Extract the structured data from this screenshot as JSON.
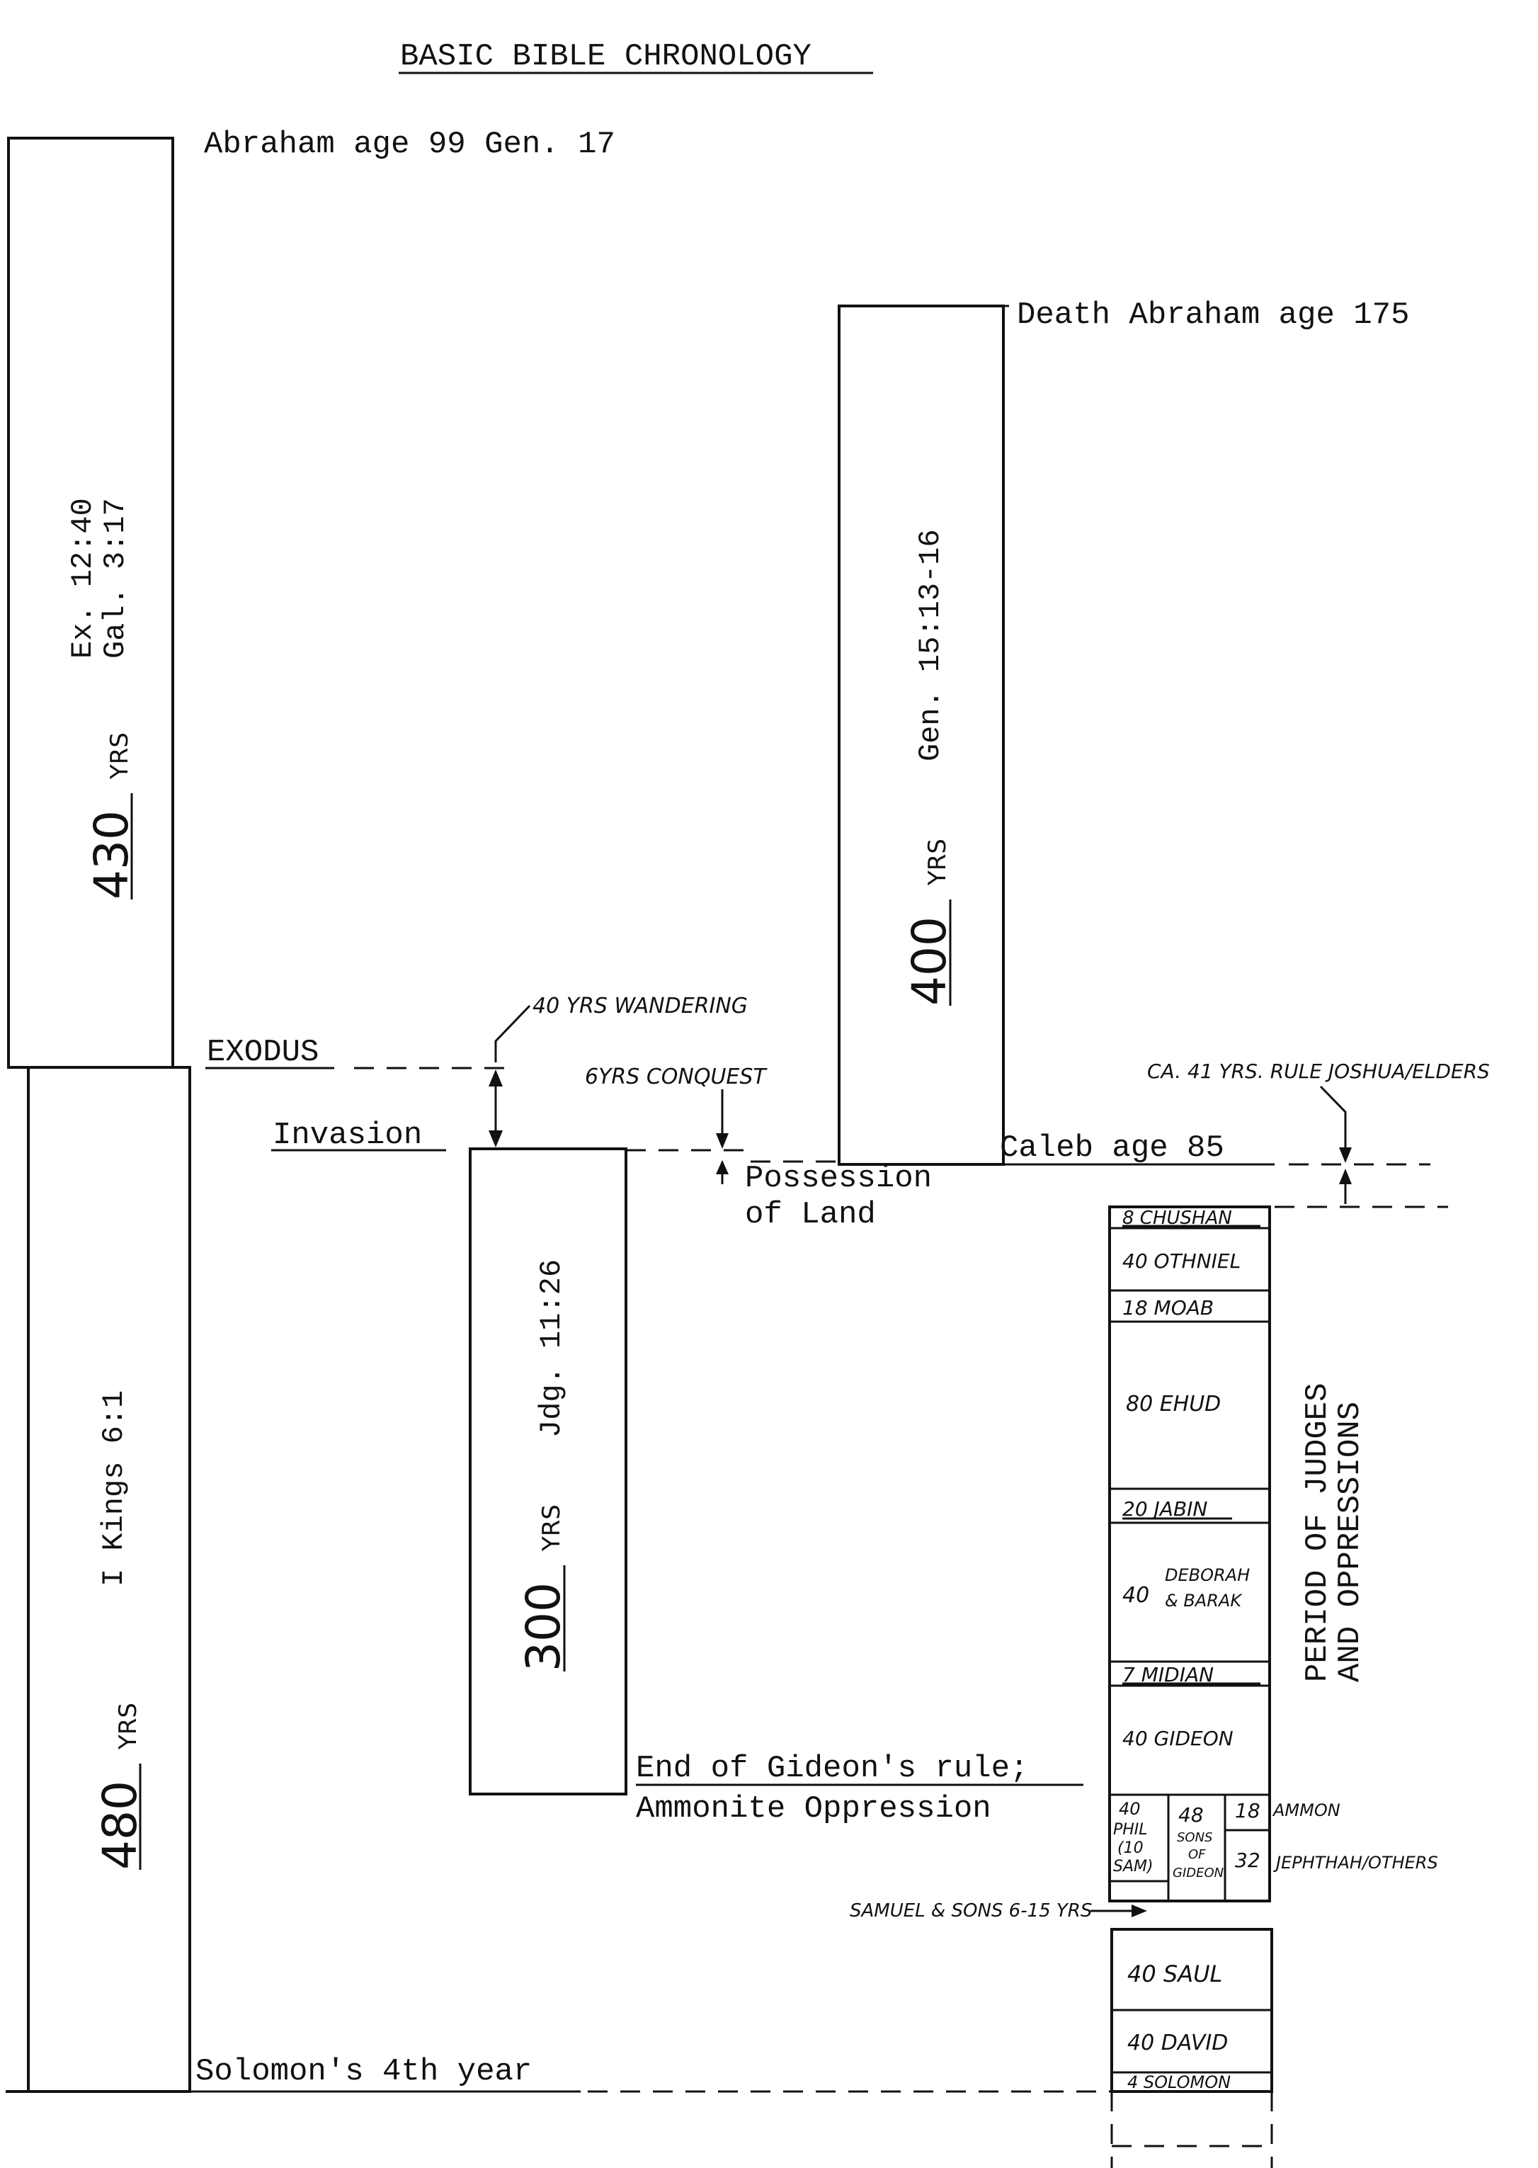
{
  "title": "BASIC BIBLE CHRONOLOGY",
  "labels": {
    "abraham_99": "Abraham age 99 Gen. 17",
    "death_abraham": "Death Abraham age 175",
    "exodus": "EXODUS",
    "invasion": "Invasion",
    "caleb": "Caleb age 85",
    "possession_1": "Possession",
    "possession_2": "of Land",
    "gideon_end_1": "End of Gideon's rule;",
    "gideon_end_2": "Ammonite Oppression",
    "solomon_4th": "Solomon's 4th year",
    "wandering": "40 YRS WANDERING",
    "conquest": "6YRS CONQUEST",
    "joshua_elders": "CA. 41 YRS. RULE JOSHUA/ELDERS",
    "samuel_sons": "SAMUEL & SONS 6-15 YRS",
    "period_1": "PERIOD OF JUDGES",
    "period_2": "AND OPPRESSIONS"
  },
  "bars": {
    "b430": {
      "num": "430",
      "unit": "YRS",
      "ref_1": "Ex. 12:40",
      "ref_2": "Gal. 3:17"
    },
    "b480": {
      "num": "480",
      "unit": "YRS",
      "ref": "I Kings 6:1"
    },
    "b400": {
      "num": "400",
      "unit": "YRS",
      "ref": "Gen. 15:13-16"
    },
    "b300": {
      "num": "300",
      "unit": "YRS",
      "ref": "Jdg. 11:26"
    }
  },
  "judges": [
    {
      "label": "8 CHUSHAN"
    },
    {
      "label": "40 OTHNIEL"
    },
    {
      "label": "18 MOAB"
    },
    {
      "label": "80 EHUD"
    },
    {
      "label": "20 JABIN"
    },
    {
      "num": "40",
      "l1": "DEBORAH",
      "l2": "& BARAK"
    },
    {
      "label": "7 MIDIAN"
    },
    {
      "label": "40 GIDEON"
    }
  ],
  "split": {
    "phil": {
      "l1": "40",
      "l2": "PHIL",
      "l3": "(10",
      "l4": "SAM)"
    },
    "sons": {
      "l1": "48",
      "l2": "SONS",
      "l3": "OF",
      "l4": "GIDEON"
    },
    "ammon_num": "18",
    "ammon_label": "AMMON",
    "jephthah_num": "32",
    "jephthah_label": "JEPHTHAH/OTHERS"
  },
  "kings": [
    {
      "label": "40  SAUL"
    },
    {
      "label": "40  DAVID"
    },
    {
      "label": "4 SOLOMON"
    }
  ]
}
